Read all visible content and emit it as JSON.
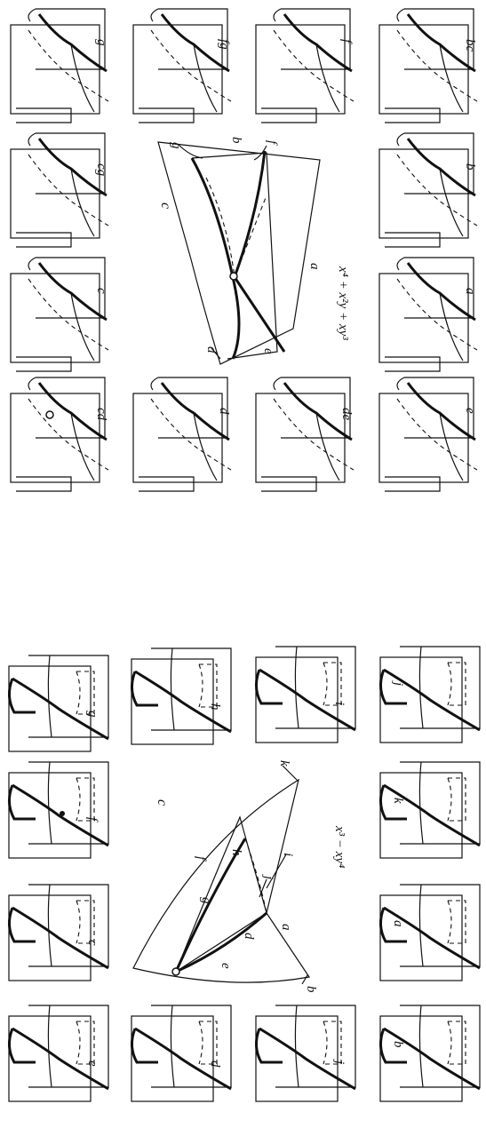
{
  "upper": {
    "equation": "x⁴ + x²y + xy³",
    "panels": [
      {
        "id": "u-g",
        "label": "g"
      },
      {
        "id": "u-cg",
        "label": "cg"
      },
      {
        "id": "u-c",
        "label": "c"
      },
      {
        "id": "u-cd",
        "label": "cd"
      },
      {
        "id": "u-fg",
        "label": "fg"
      },
      {
        "id": "u-d",
        "label": "d"
      },
      {
        "id": "u-f",
        "label": "f"
      },
      {
        "id": "u-de",
        "label": "de"
      },
      {
        "id": "u-bc",
        "label": "bc"
      },
      {
        "id": "u-b",
        "label": "b"
      },
      {
        "id": "u-a",
        "label": "a"
      },
      {
        "id": "u-e",
        "label": "e"
      }
    ],
    "center_labels": [
      "g",
      "b",
      "f",
      "c",
      "d",
      "e",
      "a"
    ]
  },
  "lower": {
    "equation": "x³ − xy⁴",
    "panels": [
      {
        "id": "l-g",
        "label": "g"
      },
      {
        "id": "l-f",
        "label": "f"
      },
      {
        "id": "l-c",
        "label": "c"
      },
      {
        "id": "l-e",
        "label": "e"
      },
      {
        "id": "l-h",
        "label": "h"
      },
      {
        "id": "l-d",
        "label": "d"
      },
      {
        "id": "l-i",
        "label": "i"
      },
      {
        "id": "l-j1",
        "label": "j"
      },
      {
        "id": "l-j2",
        "label": "j"
      },
      {
        "id": "l-k",
        "label": "k"
      },
      {
        "id": "l-a",
        "label": "a"
      },
      {
        "id": "l-b",
        "label": "b"
      }
    ],
    "center_labels": [
      "c",
      "k",
      "f",
      "g",
      "h",
      "e",
      "d",
      "j",
      "i",
      "a",
      "b"
    ]
  }
}
